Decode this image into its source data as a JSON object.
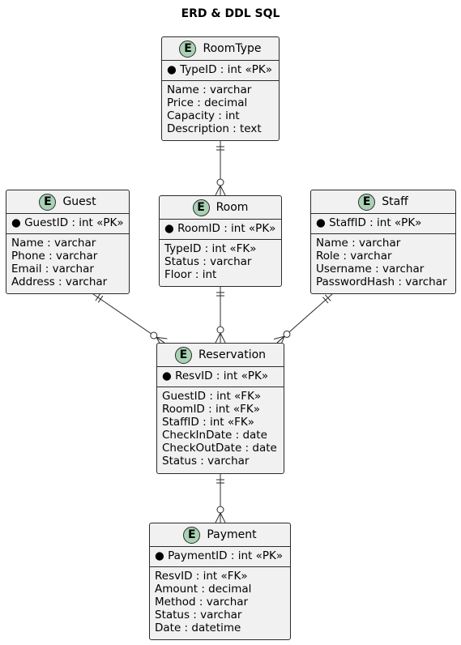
{
  "title": "ERD & DDL SQL",
  "entity_badge_letter": "E",
  "colors": {
    "entity_fill": "#f1f1f1",
    "entity_border": "#2b2b2b",
    "badge_fill": "#a9d2b5"
  },
  "entities": [
    {
      "name": "RoomType",
      "pk": "TypeID : int «PK»",
      "attributes": [
        "Name : varchar",
        "Price : decimal",
        "Capacity : int",
        "Description : text"
      ]
    },
    {
      "name": "Guest",
      "pk": "GuestID : int «PK»",
      "attributes": [
        "Name : varchar",
        "Phone : varchar",
        "Email : varchar",
        "Address : varchar"
      ]
    },
    {
      "name": "Room",
      "pk": "RoomID : int «PK»",
      "attributes": [
        "TypeID : int «FK»",
        "Status : varchar",
        "Floor : int"
      ]
    },
    {
      "name": "Staff",
      "pk": "StaffID : int «PK»",
      "attributes": [
        "Name : varchar",
        "Role : varchar",
        "Username : varchar",
        "PasswordHash : varchar"
      ]
    },
    {
      "name": "Reservation",
      "pk": "ResvID : int «PK»",
      "attributes": [
        "GuestID : int «FK»",
        "RoomID : int «FK»",
        "StaffID : int «FK»",
        "CheckInDate : date",
        "CheckOutDate : date",
        "Status : varchar"
      ]
    },
    {
      "name": "Payment",
      "pk": "PaymentID : int «PK»",
      "attributes": [
        "ResvID : int «FK»",
        "Amount : decimal",
        "Method : varchar",
        "Status : varchar",
        "Date : datetime"
      ]
    }
  ],
  "relationships": [
    {
      "from": "RoomType",
      "to": "Room",
      "from_cardinality": "exactly-one",
      "to_cardinality": "zero-or-many"
    },
    {
      "from": "Guest",
      "to": "Reservation",
      "from_cardinality": "exactly-one",
      "to_cardinality": "zero-or-many"
    },
    {
      "from": "Room",
      "to": "Reservation",
      "from_cardinality": "exactly-one",
      "to_cardinality": "zero-or-many"
    },
    {
      "from": "Staff",
      "to": "Reservation",
      "from_cardinality": "exactly-one",
      "to_cardinality": "zero-or-many"
    },
    {
      "from": "Reservation",
      "to": "Payment",
      "from_cardinality": "exactly-one",
      "to_cardinality": "zero-or-many"
    }
  ]
}
